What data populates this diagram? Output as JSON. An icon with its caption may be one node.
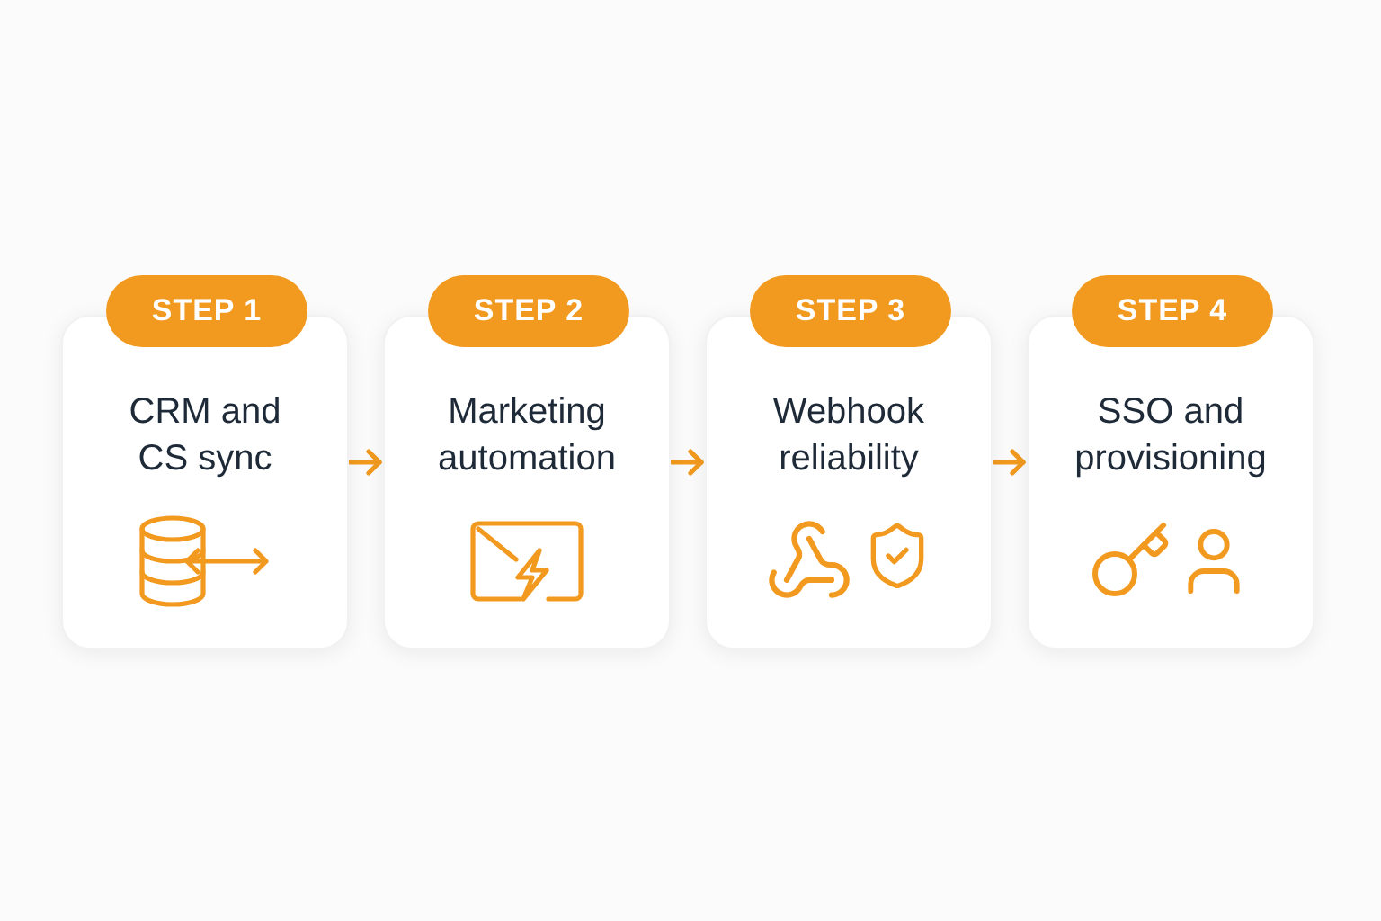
{
  "diagram": {
    "nodes": [
      {
        "text": [
          "STEP 1",
          "CRM and CS sync"
        ]
      },
      {
        "text": [
          "STEP 2",
          "Marketing automation"
        ]
      },
      {
        "text": [
          "STEP 3",
          "Webhook reliability"
        ]
      },
      {
        "text": [
          "STEP 4",
          "SSO and provisioning"
        ]
      }
    ],
    "edges": [
      {
        "from": 0,
        "to": 1,
        "arrow": "to"
      },
      {
        "from": 1,
        "to": 2,
        "arrow": "to"
      },
      {
        "from": 2,
        "to": 3,
        "arrow": "to"
      }
    ]
  }
}
